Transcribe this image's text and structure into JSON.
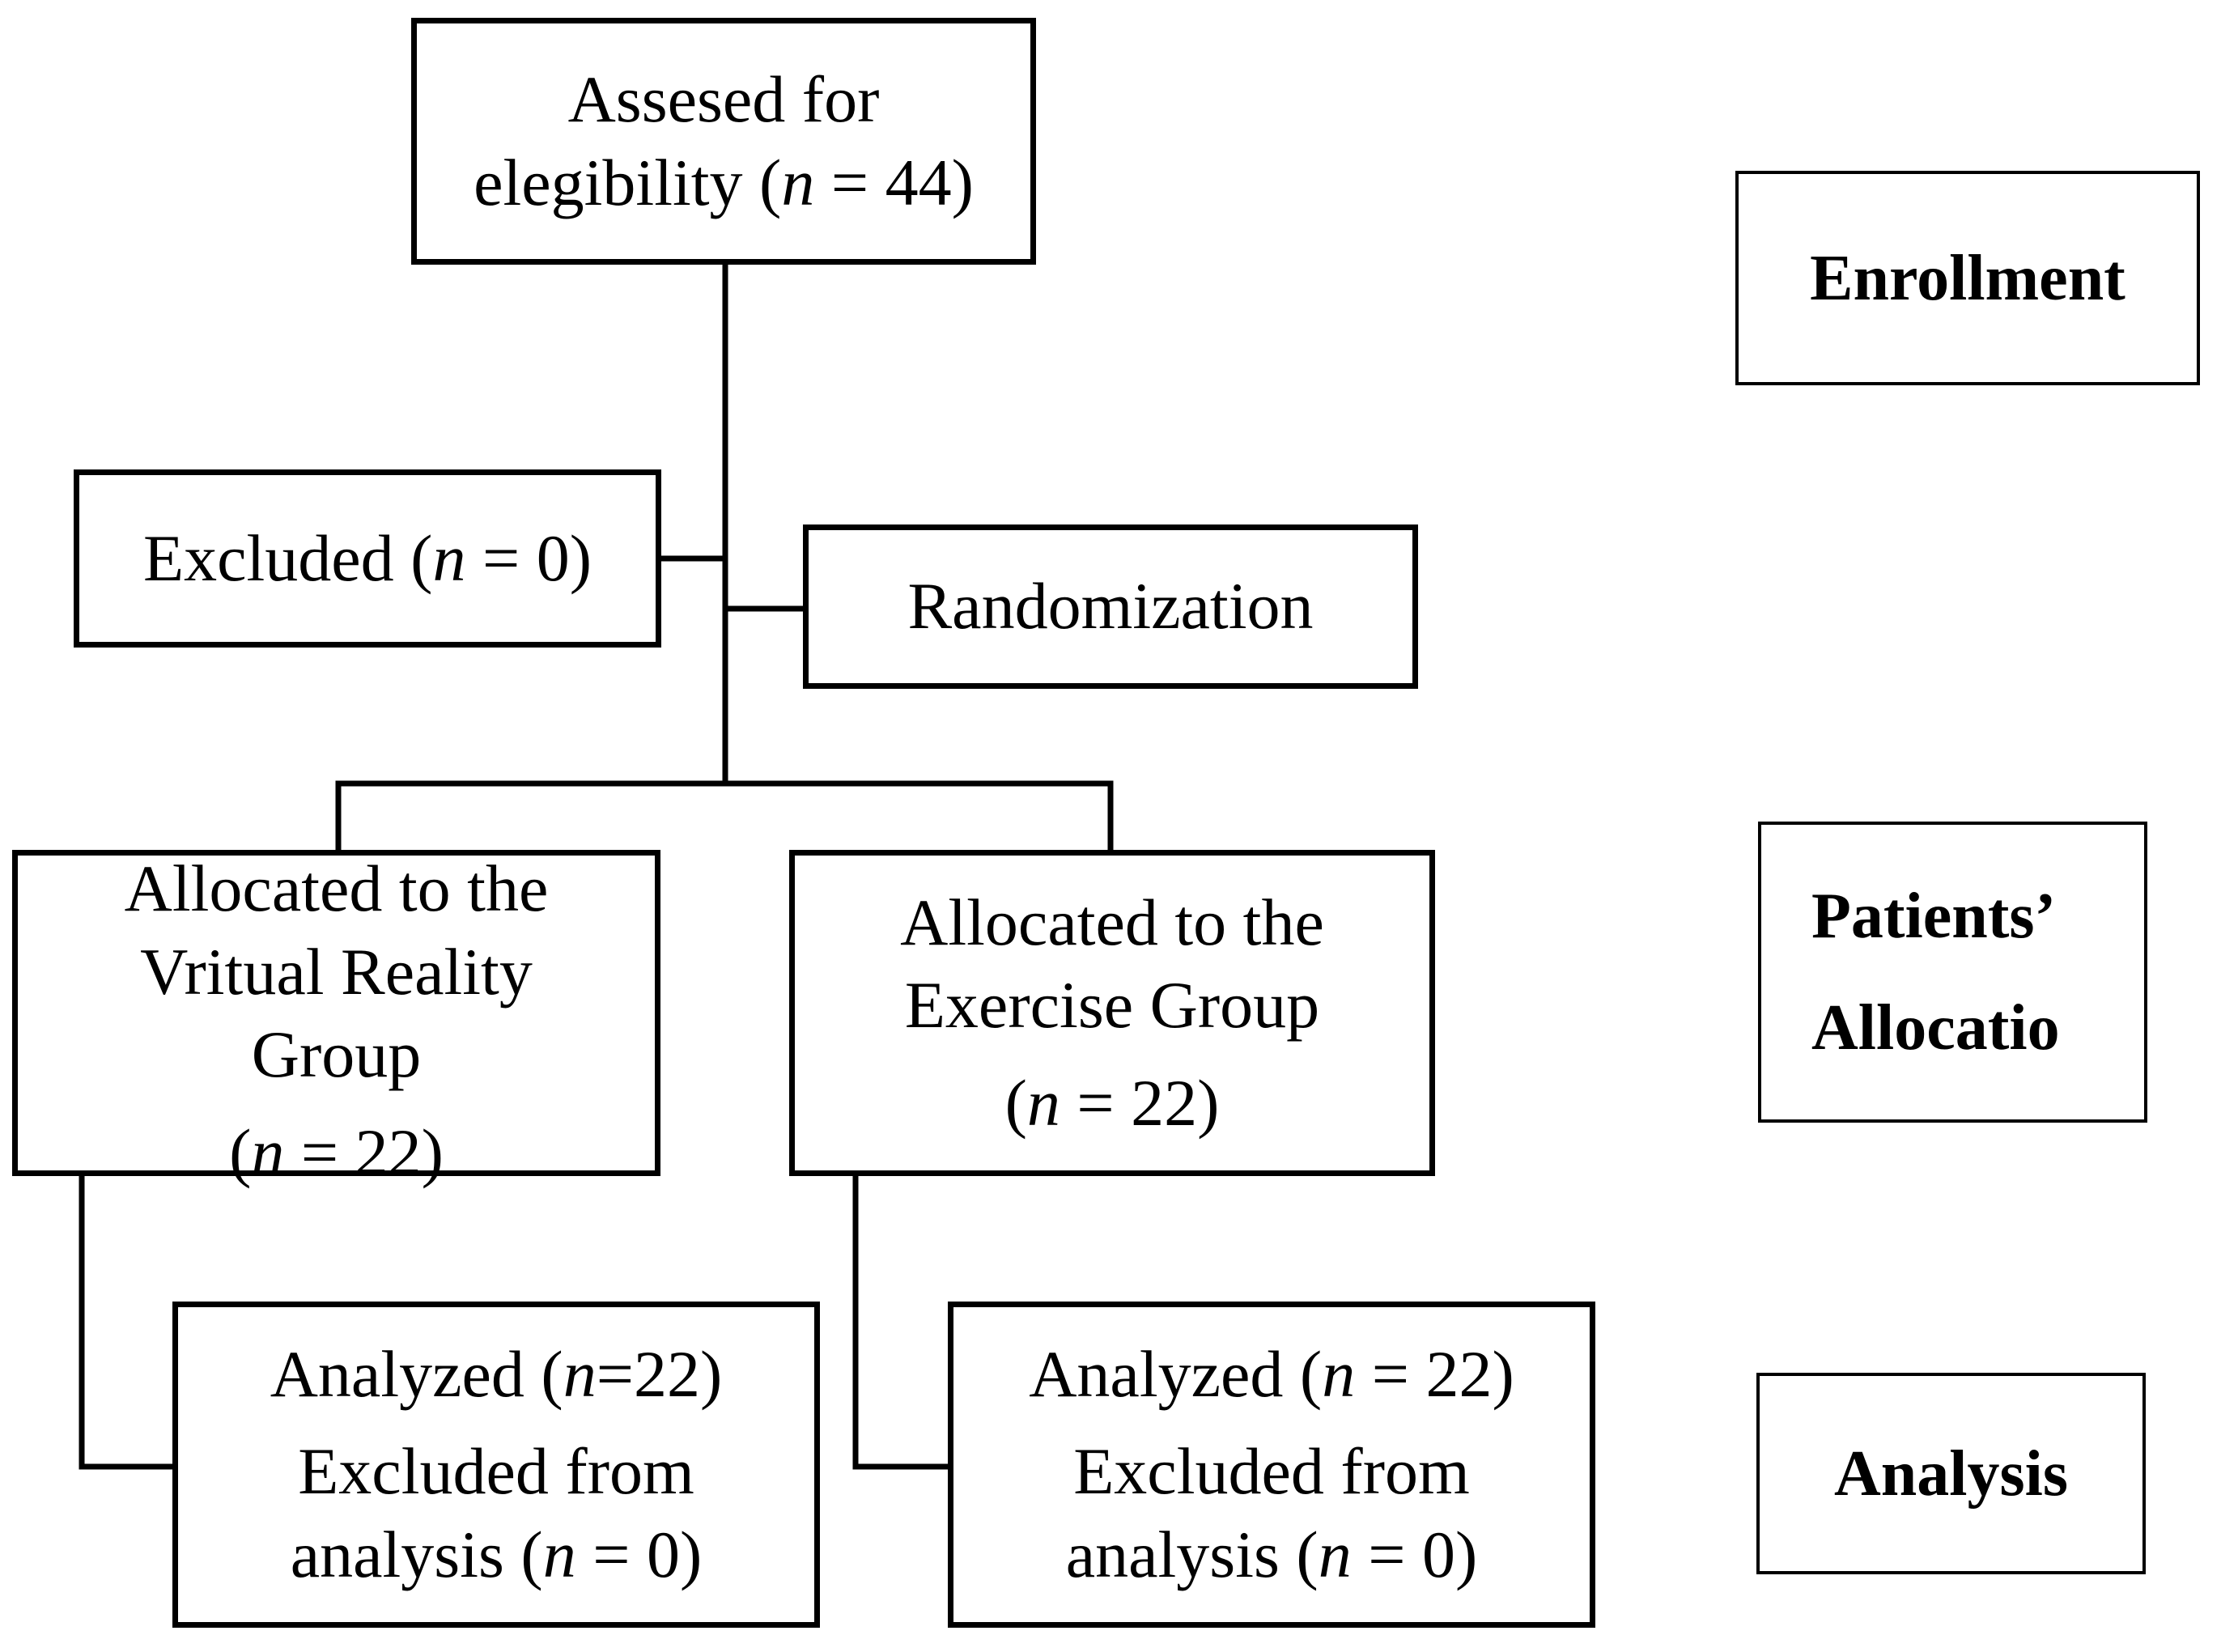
{
  "nodes": {
    "assessed": {
      "line1": "Assesed for",
      "line2_pre": "elegibility (",
      "var": "n",
      "line2_post": " = 44)"
    },
    "excluded": {
      "pre": "Excluded (",
      "var": "n",
      "post": " = 0)"
    },
    "randomization": {
      "text": "Randomization"
    },
    "vr_group": {
      "line1": "Allocated to the",
      "line2": "Vritual Reality",
      "line3": "Group",
      "n_pre": "(",
      "var": "n",
      "n_post": " = 22)"
    },
    "exercise_group": {
      "line1": "Allocated to the",
      "line2": "Exercise Group",
      "n_pre": "(",
      "var": "n",
      "n_post": " = 22)"
    },
    "analyzed_vr": {
      "a_pre": "Analyzed (",
      "var": "n",
      "a_post": "=22)",
      "line2": "Excluded from",
      "line3_pre": "analysis (",
      "line3_post": " = 0)"
    },
    "analyzed_ex": {
      "a_pre": "Analyzed (",
      "var": "n",
      "a_post": " = 22)",
      "line2": "Excluded from",
      "line3_pre": "analysis (",
      "line3_post": " = 0)"
    }
  },
  "stages": {
    "enrollment": "Enrollment",
    "allocation_line1": "Patients’",
    "allocation_line2": "Allocatio",
    "analysis": "Analysis"
  }
}
